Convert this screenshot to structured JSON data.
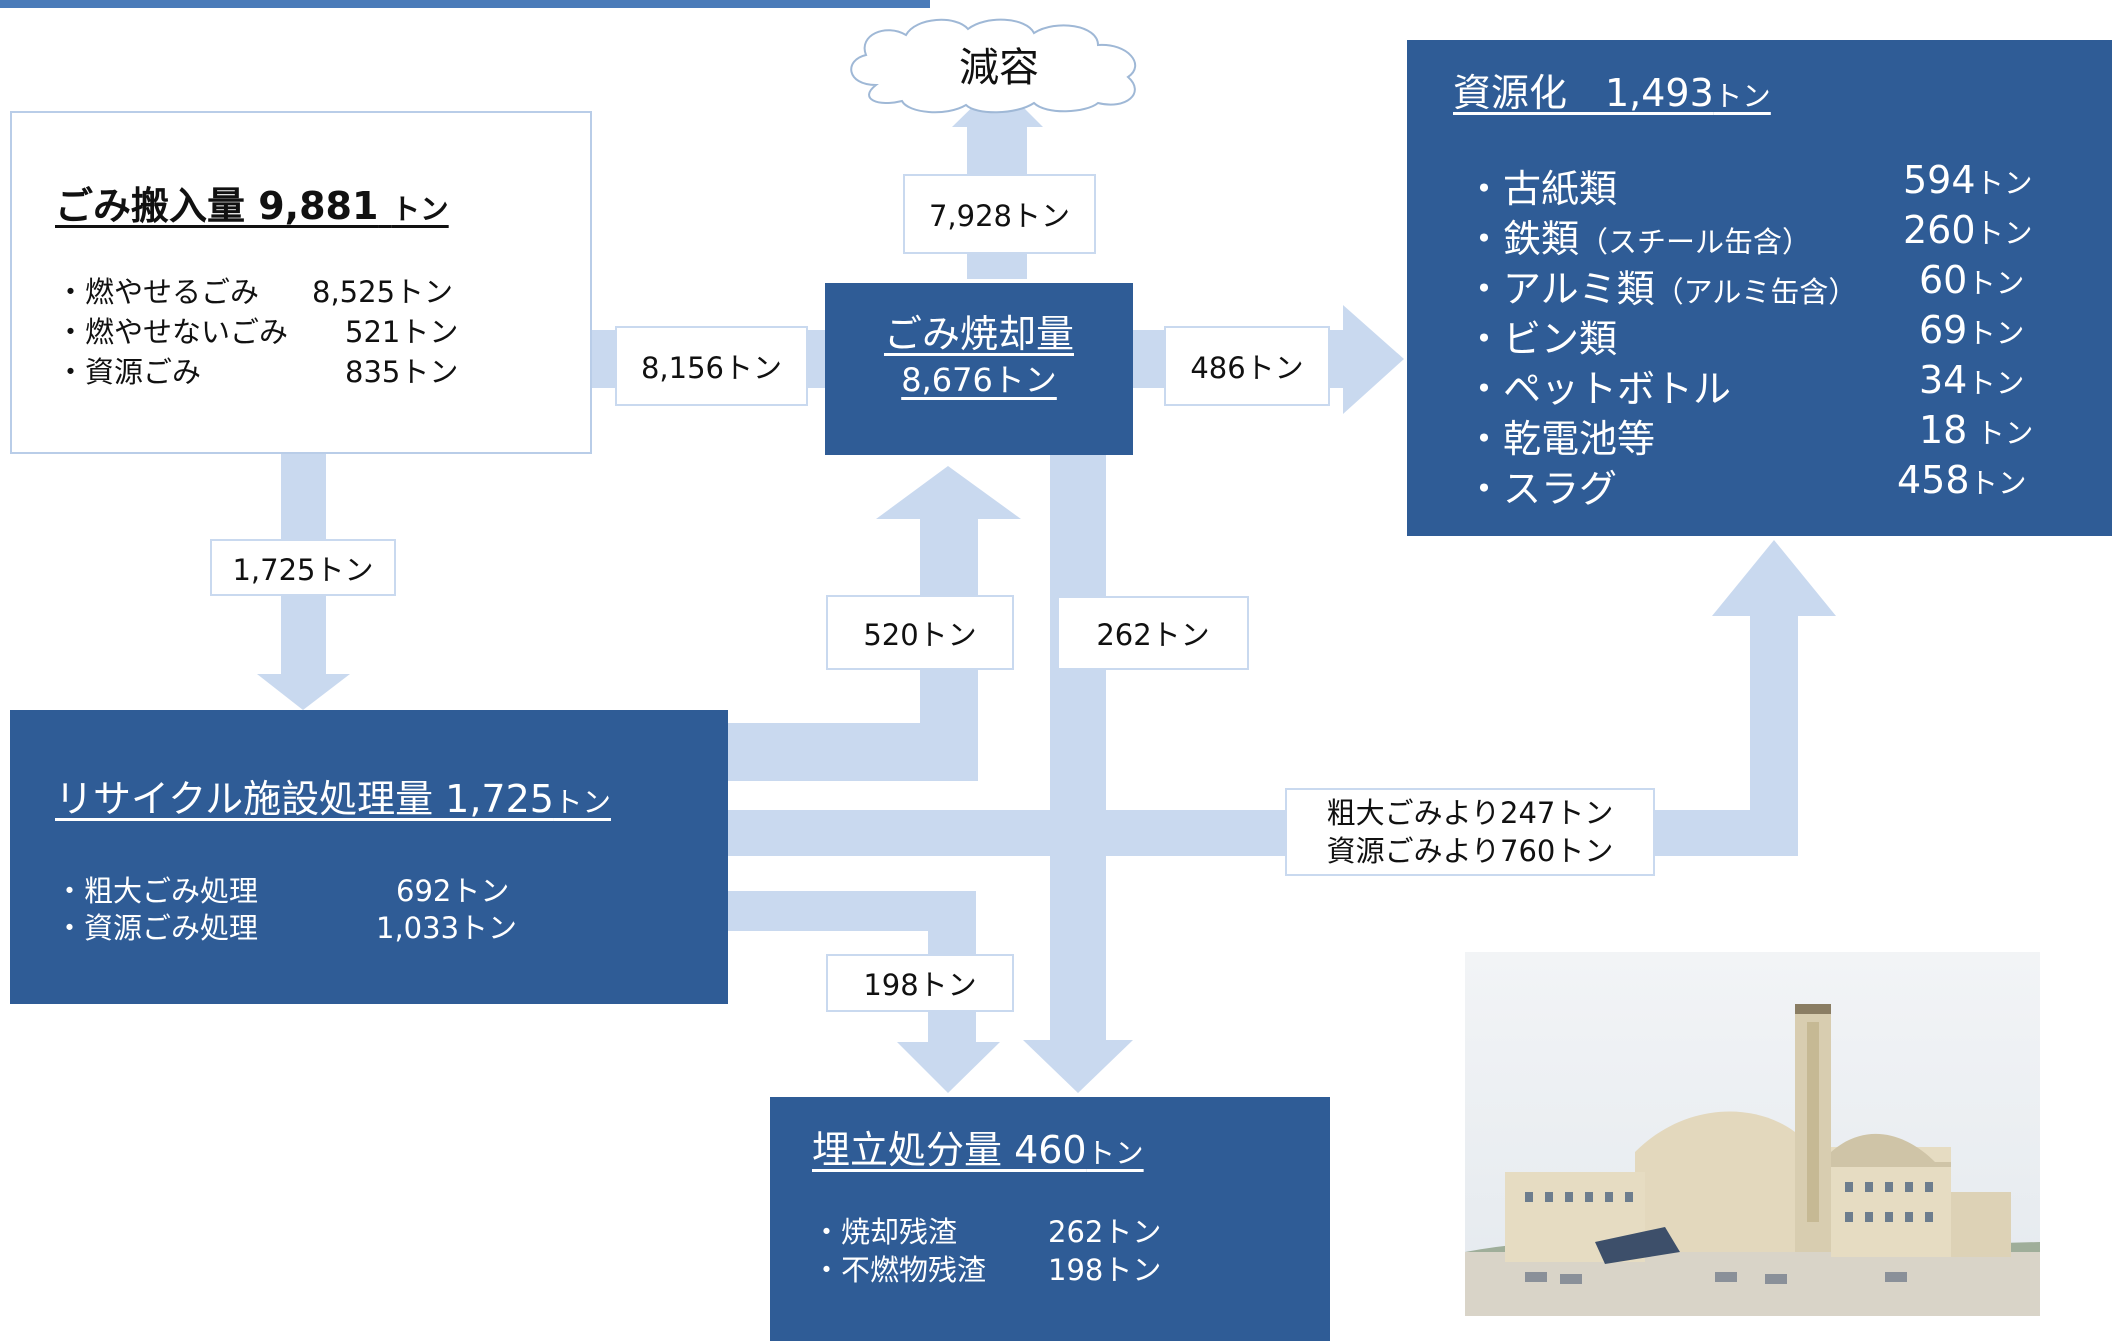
{
  "cloud": {
    "label": "減容"
  },
  "input_box": {
    "title": "ごみ搬入量 9,881",
    "title_unit": "トン",
    "items": [
      {
        "name": "・燃やせるごみ",
        "value": "8,525トン"
      },
      {
        "name": "・燃やせないごみ",
        "value": "521トン"
      },
      {
        "name": "・資源ごみ",
        "value": "835トン"
      }
    ]
  },
  "incineration_box": {
    "title": "ごみ焼却量",
    "value": "8,676トン"
  },
  "resource_box": {
    "title": "資源化　1,493",
    "title_unit": "トン",
    "items": [
      {
        "name": "・古紙類",
        "note": "",
        "value": "594",
        "unit": "トン"
      },
      {
        "name": "・鉄類",
        "note": "（スチール缶含）",
        "value": "260",
        "unit": "トン"
      },
      {
        "name": "・アルミ類",
        "note": "（アルミ缶含）",
        "value": "60",
        "unit": "トン"
      },
      {
        "name": "・ビン類",
        "note": "",
        "value": "69",
        "unit": "トン"
      },
      {
        "name": "・ペットボトル",
        "note": "",
        "value": "34",
        "unit": "トン"
      },
      {
        "name": "・乾電池等",
        "note": "",
        "value": "18",
        "unit": " トン"
      },
      {
        "name": "・スラグ",
        "note": "",
        "value": "458",
        "unit": "トン"
      }
    ]
  },
  "recycle_box": {
    "title": "リサイクル施設処理量 1,725",
    "title_unit": "トン",
    "items": [
      {
        "name": "・粗大ごみ処理",
        "value": "692トン"
      },
      {
        "name": "・資源ごみ処理",
        "value": "1,033トン"
      }
    ]
  },
  "landfill_box": {
    "title": "埋立処分量 460",
    "title_unit": "トン",
    "items": [
      {
        "name": "・焼却残渣",
        "value": "262トン"
      },
      {
        "name": "・不燃物残渣",
        "value": "198トン"
      }
    ]
  },
  "flow_labels": {
    "to_cloud": "7,928トン",
    "input_to_incineration": "8,156トン",
    "incineration_to_resource": "486トン",
    "input_to_recycle": "1,725トン",
    "recycle_to_incineration": "520トン",
    "incineration_to_landfill": "262トン",
    "recycle_to_landfill": "198トン",
    "recycle_to_resource_1": "粗大ごみより247トン",
    "recycle_to_resource_2": "資源ごみより760トン"
  },
  "colors": {
    "box_blue": "#2f5c96",
    "arrow": "#c9d9ef",
    "top_bar": "#4a7bb9"
  }
}
